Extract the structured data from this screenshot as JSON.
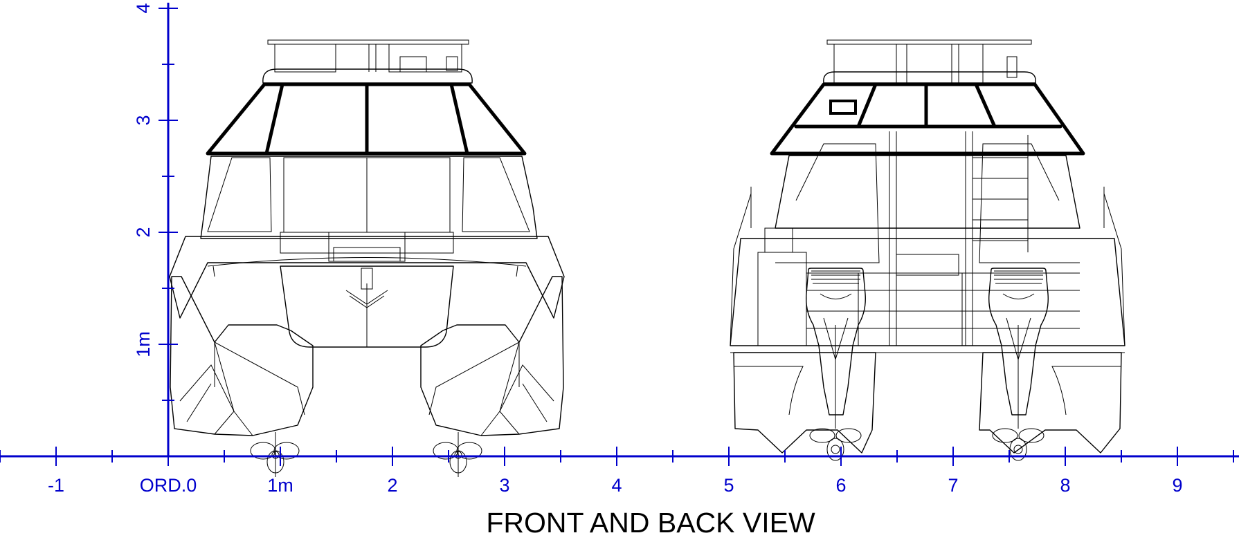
{
  "title": "FRONT AND BACK VIEW",
  "colors": {
    "axis": "#0000cc",
    "line": "#000000",
    "background": "#ffffff"
  },
  "x_axis": {
    "ticks": [
      {
        "value": -1,
        "label": "-1"
      },
      {
        "value": 0,
        "label": "ORD.0"
      },
      {
        "value": 1,
        "label": "1m"
      },
      {
        "value": 2,
        "label": "2"
      },
      {
        "value": 3,
        "label": "3"
      },
      {
        "value": 4,
        "label": "4"
      },
      {
        "value": 5,
        "label": "5"
      },
      {
        "value": 6,
        "label": "6"
      },
      {
        "value": 7,
        "label": "7"
      },
      {
        "value": 8,
        "label": "8"
      },
      {
        "value": 9,
        "label": "9"
      }
    ],
    "minor_step": 0.5,
    "range": [
      -1.5,
      9.5
    ]
  },
  "y_axis": {
    "ticks": [
      {
        "value": 1,
        "label": "1m"
      },
      {
        "value": 2,
        "label": "2"
      },
      {
        "value": 3,
        "label": "3"
      },
      {
        "value": 4,
        "label": "4"
      }
    ],
    "minor_step": 0.5,
    "range": [
      0,
      4.05
    ]
  },
  "views": [
    {
      "id": "front-view",
      "center_x": 1.75
    },
    {
      "id": "back-view",
      "center_x": 7.0
    }
  ]
}
